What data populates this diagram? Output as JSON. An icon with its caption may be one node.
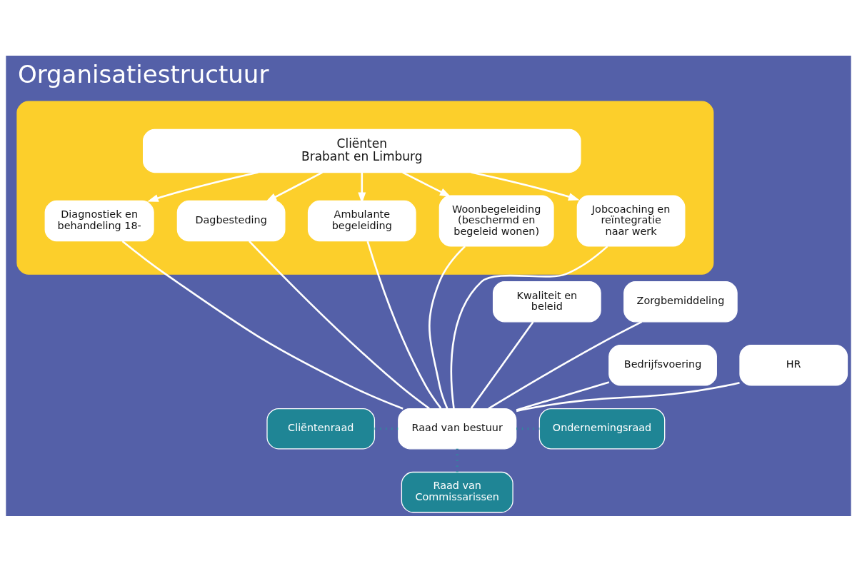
{
  "diagram": {
    "title": "Organisatiestructuur",
    "nodes": [
      {
        "text": [],
        "shape": "box"
      },
      {
        "text": [
          "Cliënten",
          "Brabant en Limburg"
        ],
        "in": 0
      },
      {
        "text": [
          "Diagnostiek en behandeling 18-"
        ],
        "in": 0
      },
      {
        "text": [
          "Dagbesteding"
        ],
        "in": 0
      },
      {
        "text": [
          "Ambulante begeleiding"
        ],
        "in": 0
      },
      {
        "text": [
          "Woonbegeleiding (beschermd en begeleid wonen)"
        ],
        "in": 0
      },
      {
        "text": [
          "Jobcoaching en reïntegratie naar werk"
        ],
        "in": 0
      },
      {
        "text": [
          "Kwaliteit en beleid"
        ]
      },
      {
        "text": [
          "Zorgbemiddeling"
        ]
      },
      {
        "text": [
          "Bedrijfsvoering"
        ]
      },
      {
        "text": [
          "HR"
        ]
      },
      {
        "text": [
          "Cliëntenraad"
        ]
      },
      {
        "text": [
          "Raad van bestuur"
        ]
      },
      {
        "text": [
          "Ondernemingsraad"
        ]
      },
      {
        "text": [
          "Raad van Commissarissen"
        ]
      }
    ],
    "edges": [
      {
        "from": 1,
        "to": 2,
        "arrow": "to"
      },
      {
        "from": 1,
        "to": 3,
        "arrow": "to"
      },
      {
        "from": 1,
        "to": 4,
        "arrow": "to"
      },
      {
        "from": 1,
        "to": 5,
        "arrow": "to"
      },
      {
        "from": 1,
        "to": 6,
        "arrow": "to"
      },
      {
        "from": 2,
        "to": 12,
        "arrow": "none"
      },
      {
        "from": 3,
        "to": 12,
        "arrow": "none"
      },
      {
        "from": 4,
        "to": 12,
        "arrow": "none"
      },
      {
        "from": 5,
        "to": 12,
        "arrow": "none"
      },
      {
        "from": 6,
        "to": 12,
        "arrow": "none"
      },
      {
        "from": 7,
        "to": 12,
        "arrow": "none"
      },
      {
        "from": 8,
        "to": 12,
        "arrow": "none"
      },
      {
        "from": 9,
        "to": 12,
        "arrow": "none"
      },
      {
        "from": 10,
        "to": 12,
        "arrow": "none"
      },
      {
        "from": 11,
        "to": 12,
        "arrow": "none",
        "style": "dashed",
        "color": "#2a8f9c"
      },
      {
        "from": 12,
        "to": 13,
        "arrow": "none",
        "style": "dashed",
        "color": "#2a8f9c"
      },
      {
        "from": 12,
        "to": 14,
        "arrow": "none",
        "style": "dashed",
        "color": "#2a8f9c"
      }
    ]
  }
}
